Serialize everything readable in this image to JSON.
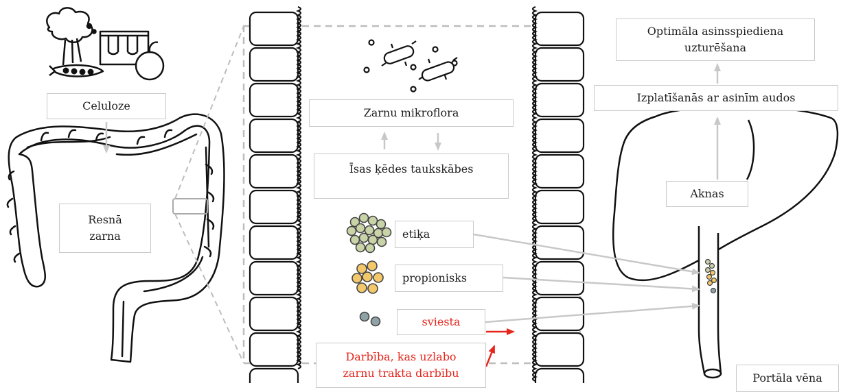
{
  "labels": {
    "celuloze": "Celuloze",
    "resna_zarna_1": "Resnā",
    "resna_zarna_2": "zarna",
    "zarnu_mikroflora": "Zarnu mikroflora",
    "isas_kedes": "Īsas ķēdes taukskābes",
    "etika": "etiķa",
    "propionisks": "propionisks",
    "sviesta": "sviesta",
    "darbiba_1": "Darbība, kas uzlabo",
    "darbiba_2": "zarnu trakta darbību",
    "optimala_1": "Optimāla asinsspiediena",
    "optimala_2": "uzturēšana",
    "izplatisanas": "Izplatīšanās ar asinīm audos",
    "aknas": "Aknas",
    "portala_vena": "Portāla vēna"
  },
  "colors": {
    "acetate_green": "#c9d3a8",
    "propionate_yellow": "#f3c86a",
    "butyrate_gray": "#8fa3a6",
    "accent_red": "#e4261c",
    "arrow_gray": "#c8c8c8"
  }
}
